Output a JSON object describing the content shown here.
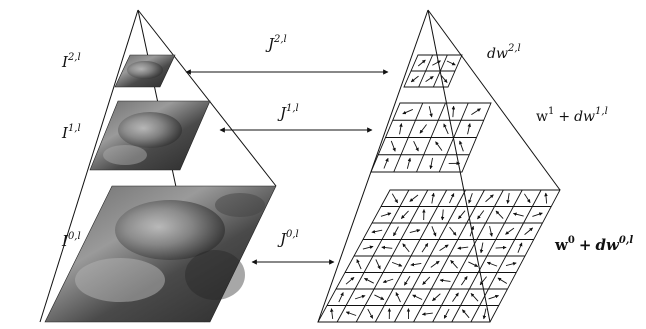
{
  "figure": {
    "left": {
      "levels": [
        {
          "label_base": "I",
          "label_sup": "2,l"
        },
        {
          "label_base": "I",
          "label_sup": "1,l"
        },
        {
          "label_base": "I",
          "label_sup": "0,l"
        }
      ]
    },
    "connectors": [
      {
        "label_base": "J",
        "label_sup": "2,l"
      },
      {
        "label_base": "J",
        "label_sup": "1,l"
      },
      {
        "label_base": "J",
        "label_sup": "0,l"
      }
    ],
    "right": {
      "levels": [
        {
          "label": "dw",
          "label_sup": "2,l"
        },
        {
          "label_a": "w",
          "label_a_sup": "1",
          "plus": "+",
          "label_b": "dw",
          "label_b_sup": "1,l"
        },
        {
          "label_a": "w",
          "label_a_sup": "0",
          "plus": "+",
          "label_b": "dw",
          "label_b_sup": "0,l"
        }
      ]
    }
  }
}
